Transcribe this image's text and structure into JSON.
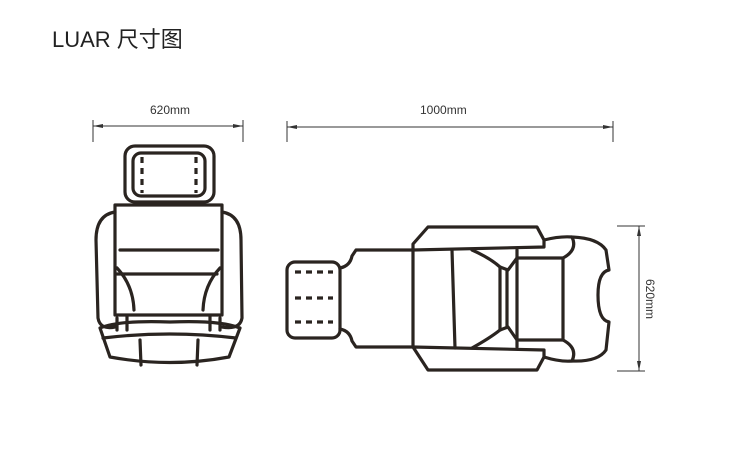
{
  "title": "LUAR  尺寸图",
  "top_view": {
    "width_label": "620mm"
  },
  "side_view": {
    "length_label": "1000mm",
    "width_label": "620mm"
  }
}
